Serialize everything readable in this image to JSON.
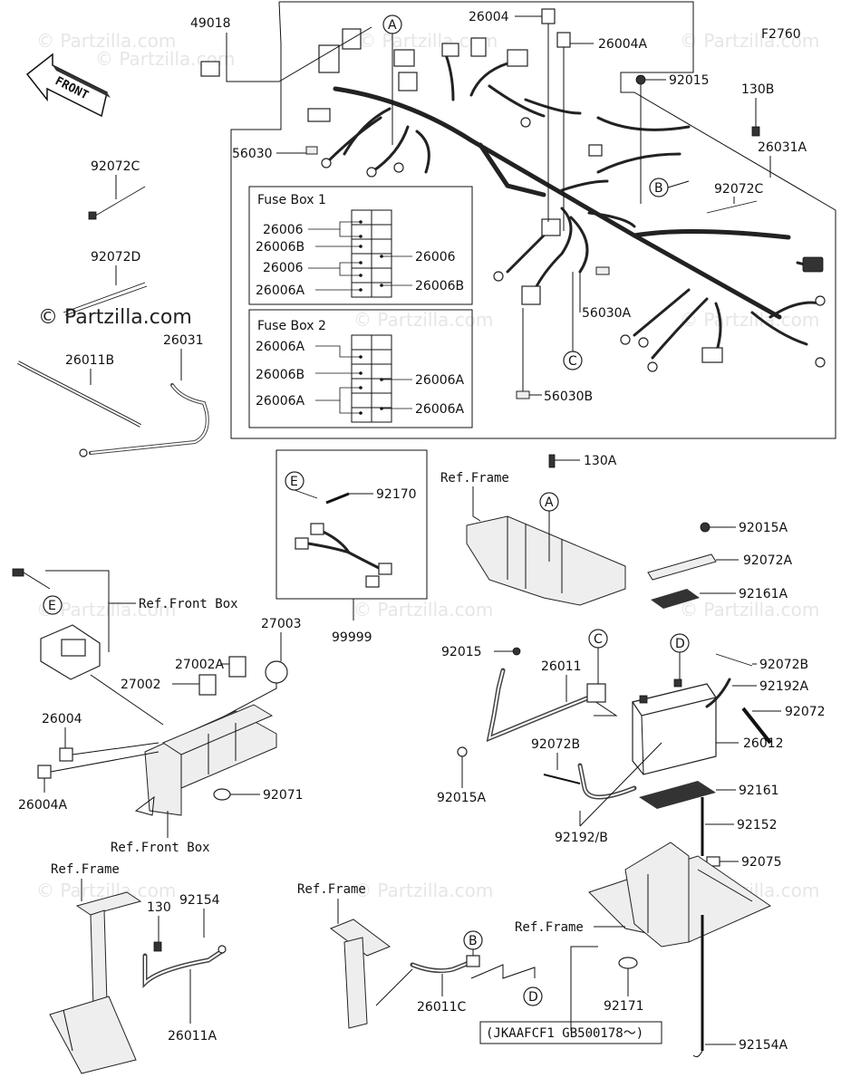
{
  "figure_code": "F2760",
  "direction_label": "FRONT",
  "watermark": "© Partzilla.com",
  "callouts": [
    "A",
    "B",
    "C",
    "D",
    "E"
  ],
  "part_numbers": {
    "p49018": "49018",
    "p26004_top": "26004",
    "p26004A_top": "26004A",
    "p92015_top": "92015",
    "p130B": "130B",
    "p26031A": "26031A",
    "p56030": "56030",
    "p92072C_left": "92072C",
    "p92072C_right": "92072C",
    "p92072D": "92072D",
    "p26031": "26031",
    "p26011B": "26011B",
    "p56030A": "56030A",
    "p56030B": "56030B",
    "p92170": "92170",
    "p99999": "99999",
    "p130A": "130A",
    "p92015A_top": "92015A",
    "p92072A": "92072A",
    "p92161A": "92161A",
    "p92015_mid": "92015",
    "p26011": "26011",
    "p92072B_right": "92072B",
    "p92192A": "92192A",
    "p92072": "92072",
    "p92072B_mid": "92072B",
    "p26012": "26012",
    "p92015A_bottom": "92015A",
    "p92161": "92161",
    "p92192B": "92192/B",
    "p92152": "92152",
    "p92075": "92075",
    "p27003": "27003",
    "p27002A": "27002A",
    "p27002": "27002",
    "p26004_left": "26004",
    "p26004A_left": "26004A",
    "p92071": "92071",
    "p130": "130",
    "p92154": "92154",
    "p26011A": "26011A",
    "p26011C": "26011C",
    "p92171": "92171",
    "p92154A": "92154A"
  },
  "ref_labels": {
    "frame_mid": "Ref.Frame",
    "front_box_top": "Ref.Front Box",
    "front_box_bottom": "Ref.Front Box",
    "frame_bl": "Ref.Frame",
    "frame_bm": "Ref.Frame",
    "frame_br": "Ref.Frame"
  },
  "fuse_box_1": {
    "title": "Fuse Box 1",
    "left_labels": [
      "26006",
      "26006B",
      "26006",
      "26006A"
    ],
    "right_labels": [
      "26006",
      "26006B"
    ]
  },
  "fuse_box_2": {
    "title": "Fuse Box 2",
    "left_labels": [
      "26006A",
      "26006B",
      "26006A"
    ],
    "right_labels": [
      "26006A",
      "26006A"
    ]
  },
  "serial_note": "(JKAAFCF1 GB500178～)"
}
